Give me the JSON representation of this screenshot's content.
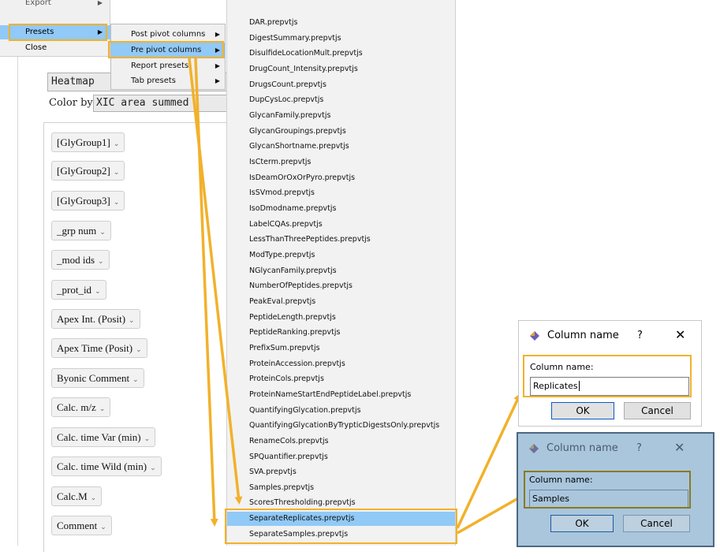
{
  "menu": {
    "export_label": "Export",
    "presets_label": "Presets",
    "close_label": "Close"
  },
  "submenu": {
    "post_pivot_label": "Post pivot columns",
    "pre_pivot_label": "Pre pivot columns",
    "report_presets_label": "Report presets",
    "tab_presets_label": "Tab presets"
  },
  "panel": {
    "view_mode": "Heatmap",
    "color_by_label": "Color by:",
    "color_by_value": "XIC area summed",
    "fields": [
      "[GlyGroup1]",
      "[GlyGroup2]",
      "[GlyGroup3]",
      "_grp num",
      "_mod ids",
      "_prot_id",
      "Apex Int. (Posit)",
      "Apex Time (Posit)",
      "Byonic Comment",
      "Calc. m/z",
      "Calc. time Var (min)",
      "Calc. time Wild (min)",
      "Calc.M",
      "Comment"
    ]
  },
  "files": [
    "DAR.prepvtjs",
    "DigestSummary.prepvtjs",
    "DisulfideLocationMult.prepvtjs",
    "DrugCount_Intensity.prepvtjs",
    "DrugsCount.prepvtjs",
    "DupCysLoc.prepvtjs",
    "GlycanFamily.prepvtjs",
    "GlycanGroupings.prepvtjs",
    "GlycanShortname.prepvtjs",
    "IsCterm.prepvtjs",
    "IsDeamOrOxOrPyro.prepvtjs",
    "IsSVmod.prepvtjs",
    "IsoDmodname.prepvtjs",
    "LabelCQAs.prepvtjs",
    "LessThanThreePeptides.prepvtjs",
    "ModType.prepvtjs",
    "NGlycanFamily.prepvtjs",
    "NumberOfPeptides.prepvtjs",
    "PeakEval.prepvtjs",
    "PeptideLength.prepvtjs",
    "PeptideRanking.prepvtjs",
    "PrefixSum.prepvtjs",
    "ProteinAccession.prepvtjs",
    "ProteinCols.prepvtjs",
    "ProteinNameStartEndPeptideLabel.prepvtjs",
    "QuantifyingGlycation.prepvtjs",
    "QuantifyingGlycationByTrypticDigestsOnly.prepvtjs",
    "RenameCols.prepvtjs",
    "SPQuantifier.prepvtjs",
    "SVA.prepvtjs",
    "Samples.prepvtjs",
    "ScoresThresholding.prepvtjs",
    "SeparateReplicates.prepvtjs",
    "SeparateSamples.prepvtjs"
  ],
  "dialog_replicates": {
    "title": "Column name",
    "help": "?",
    "close": "✕",
    "label": "Column name:",
    "value": "Replicates",
    "ok": "OK",
    "cancel": "Cancel"
  },
  "dialog_samples": {
    "title": "Column name",
    "help": "?",
    "close": "✕",
    "label": "Column name:",
    "value": "Samples",
    "ok": "OK",
    "cancel": "Cancel"
  },
  "colors": {
    "highlight": "#91c9f7",
    "callout": "#f2b12b",
    "menu_bg": "#f0f0f0",
    "inactive_dialog": "#a9c6dd"
  }
}
